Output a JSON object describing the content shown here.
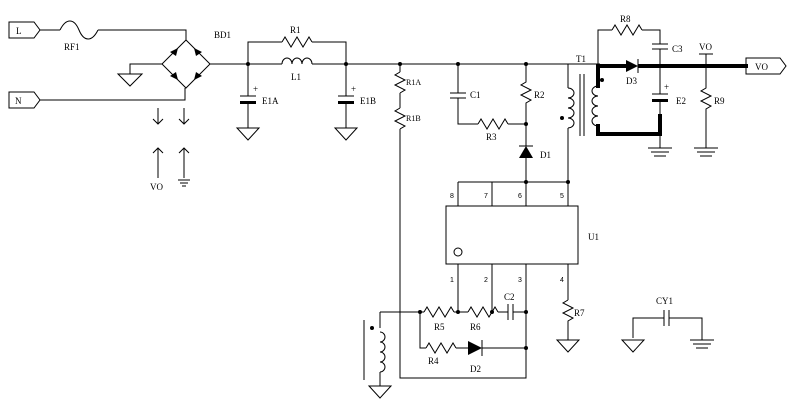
{
  "terminals": {
    "line": "L",
    "neutral": "N",
    "output": "VO"
  },
  "components": {
    "fuse": "RF1",
    "bridge": "BD1",
    "r1": "R1",
    "l1": "L1",
    "e1a": "E1A",
    "e1b": "E1B",
    "r1a": "R1A",
    "r1b": "R1B",
    "c1": "C1",
    "r2": "R2",
    "r3": "R3",
    "d1": "D1",
    "t1": "T1",
    "r8": "R8",
    "c3": "C3",
    "d3": "D3",
    "e2": "E2",
    "r9": "R9",
    "u1": "U1",
    "c2": "C2",
    "r5": "R5",
    "r6": "R6",
    "r4": "R4",
    "d2": "D2",
    "r7": "R7",
    "cy1": "CY1"
  },
  "net_labels": {
    "vo_left": "VO",
    "vo_top": "VO"
  },
  "polarity": {
    "plus": "+"
  },
  "u1_pins": {
    "p1": "1",
    "p2": "2",
    "p3": "3",
    "p4": "4",
    "p5": "5",
    "p6": "6",
    "p7": "7",
    "p8": "8"
  }
}
